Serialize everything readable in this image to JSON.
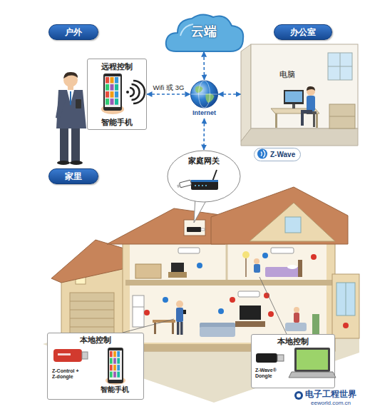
{
  "diagram": {
    "nodes": [
      {
        "text": [
          "户外"
        ]
      },
      {
        "text": [
          "云端"
        ]
      },
      {
        "text": [
          "办公室"
        ]
      },
      {
        "text": [
          "远程控制",
          "智能手机"
        ]
      },
      {
        "text": [
          "Internet"
        ]
      },
      {
        "text": [
          "电脑"
        ]
      },
      {
        "text": [
          "家庭网关"
        ]
      },
      {
        "text": [
          "Z-Wave"
        ]
      },
      {
        "text": [
          "家里"
        ]
      },
      {
        "text": [
          "本地控制",
          "Z-Control + Z-dongle",
          "智能手机"
        ]
      },
      {
        "text": [
          "本地控制",
          "Z-Wave® Dongle"
        ]
      }
    ],
    "edges": [
      {
        "from": 3,
        "to": 4,
        "arrow": "both",
        "label": "Wifi 或 3G"
      },
      {
        "from": 4,
        "to": 1,
        "arrow": "both"
      },
      {
        "from": 4,
        "to": 5,
        "arrow": "both"
      },
      {
        "from": 4,
        "to": 6,
        "arrow": "both"
      }
    ],
    "labels": [
      "电子工程世界",
      "eeworld.com.cn"
    ]
  }
}
